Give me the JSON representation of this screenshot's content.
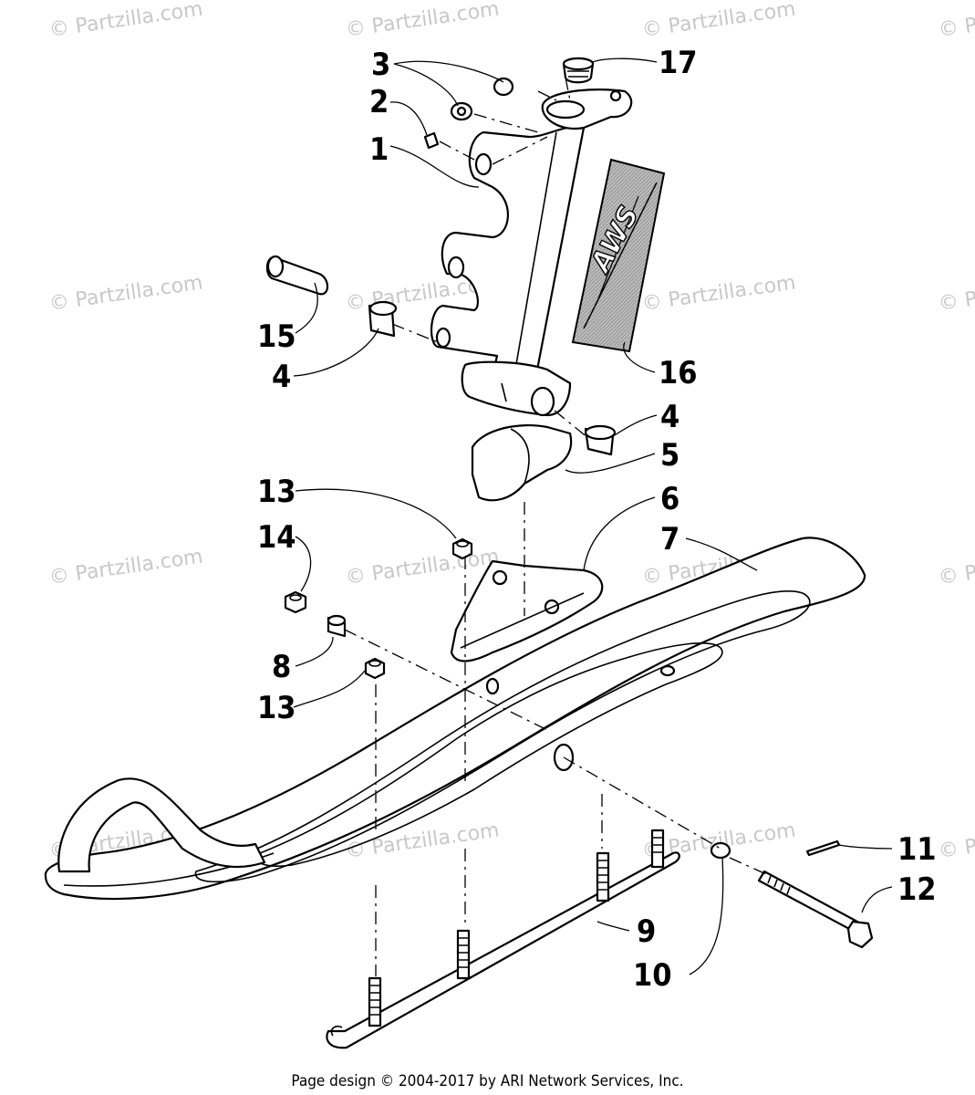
{
  "watermark": "© Partzilla.com",
  "callouts": [
    "1",
    "2",
    "3",
    "4",
    "4",
    "5",
    "6",
    "7",
    "8",
    "9",
    "10",
    "11",
    "12",
    "13",
    "13",
    "14",
    "15",
    "16",
    "17"
  ],
  "decal_text": "AWS",
  "footer": "Page design © 2004-2017 by ARI Network Services, Inc.",
  "colors": {
    "ink": "#000000",
    "watermark": "#c8c8c8",
    "decal": "#b0b0b0"
  }
}
